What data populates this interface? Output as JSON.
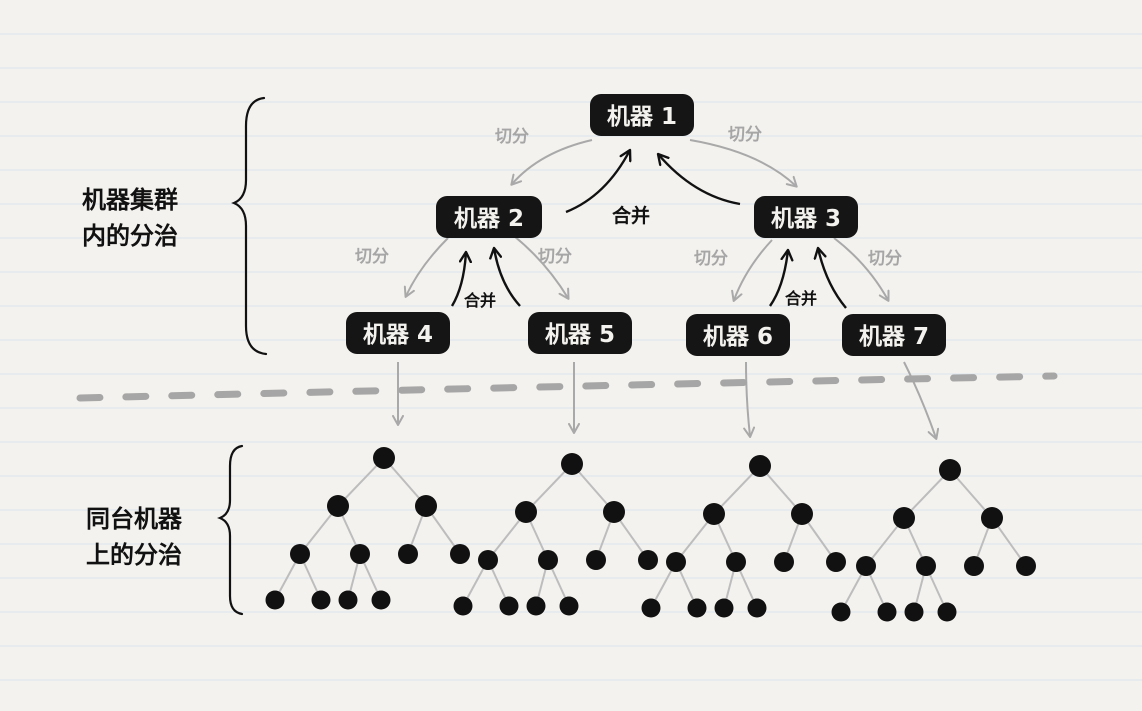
{
  "colors": {
    "paper": "#f4f2ee",
    "rule_line": "#dfe7ef",
    "node_fill": "#151515",
    "node_text": "#f4f2ee",
    "split_arrow": "#a9a9a9",
    "merge_arrow": "#111111",
    "divider": "#a6a6a6",
    "tree_edge": "#bdbdbd",
    "tree_dot": "#111111"
  },
  "cluster_section": {
    "label_line1": "机器集群",
    "label_line2": "内的分治",
    "machines": [
      "机器 1",
      "机器 2",
      "机器 3",
      "机器 4",
      "机器 5",
      "机器 6",
      "机器 7"
    ],
    "split_label": "切分",
    "merge_label": "合并"
  },
  "local_section": {
    "label_line1": "同台机器",
    "label_line2": "上的分治"
  }
}
